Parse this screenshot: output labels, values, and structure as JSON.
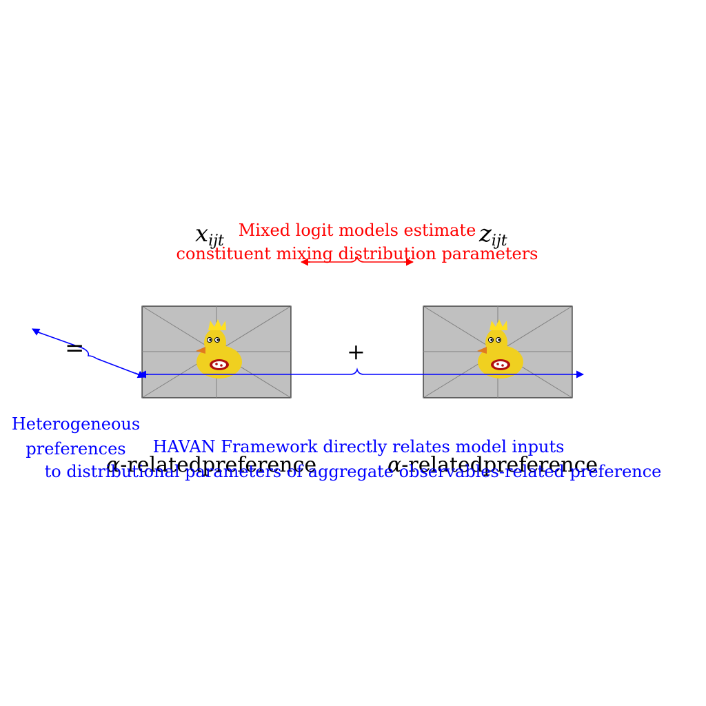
{
  "colors": {
    "red": "#ff0000",
    "blue": "#0000ff",
    "placeholder": "#c0c0c0",
    "duck": "#f0d020"
  },
  "terms": {
    "x_base": "x",
    "x_sub": "ijt",
    "z_base": "z",
    "z_sub": "ijt",
    "equals": "=",
    "plus": "+",
    "left_label_symbol": "α",
    "left_label_text": "-relatedpreference",
    "right_label_symbol": "α",
    "right_label_text": "-relatedpreference"
  },
  "annotations": {
    "mixed_logit_line1": "Mixed logit models estimate",
    "mixed_logit_line2": "constituent mixing distribution parameters",
    "hetero_line1": "Heterogeneous",
    "hetero_line2": "preferences",
    "havan_line1": "HAVAN Framework directly relates model inputs",
    "havan_line2": "to distributional parameters of aggregate observables-related preference"
  },
  "icons": [
    "image-placeholder-icon",
    "duck-icon"
  ]
}
